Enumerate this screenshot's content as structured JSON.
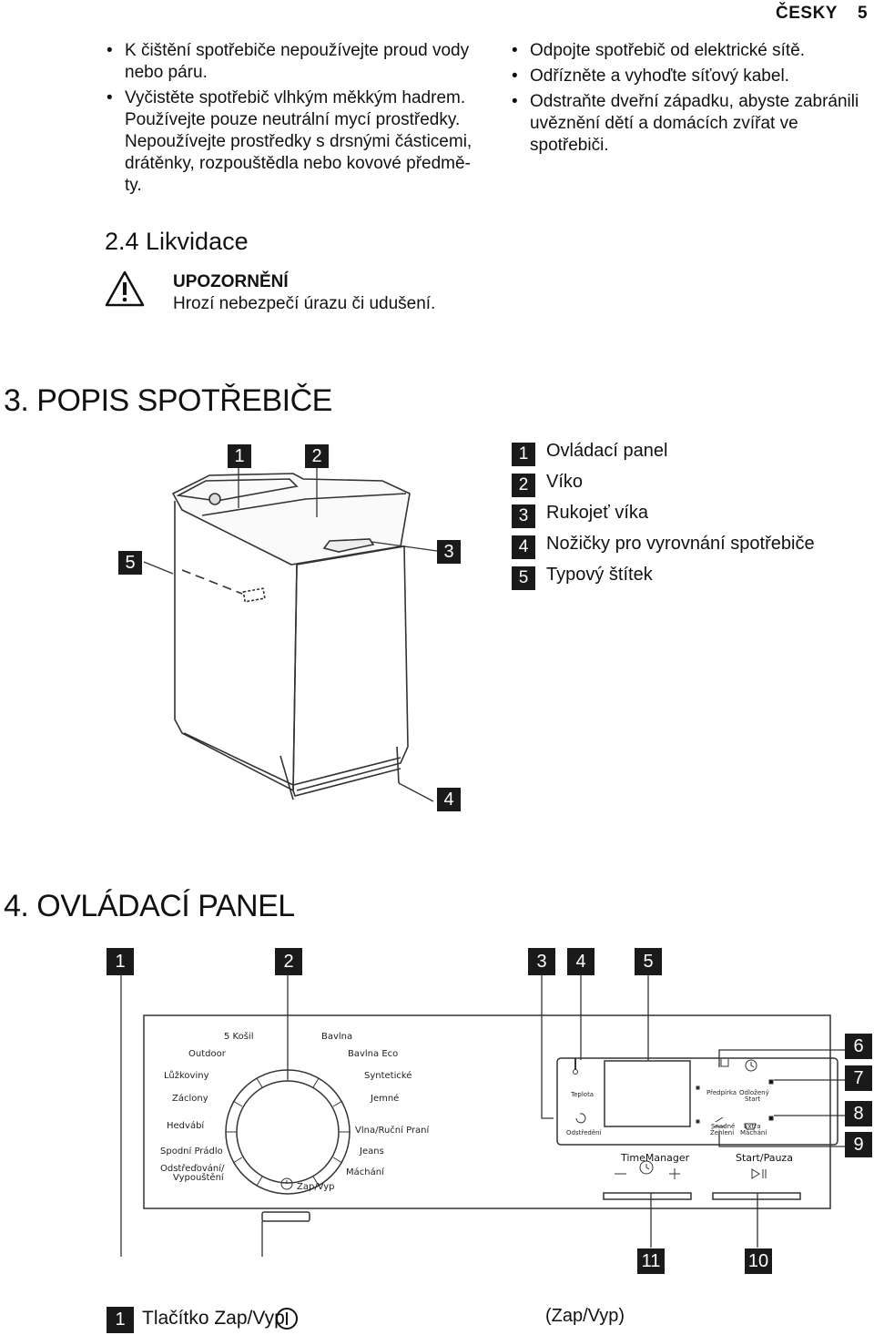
{
  "header": {
    "language": "ČESKY",
    "page_number": "5"
  },
  "left_bullets": [
    "K čištění spotřebiče nepoužívejte proud vody nebo páru.",
    "Vyčistěte spotřebič vlhkým měkkým hadrem. Používejte pouze neutrální mycí prostředky. Nepoužívejte prostředky s drsnými částicemi, drátěnky, rozpouštědla nebo kovové předmě-ty."
  ],
  "right_bullets": [
    "Odpojte spotřebič od elektrické sítě.",
    "Odřízněte a vyhoďte síťový kabel.",
    "Odstraňte dveřní západku, abyste zabránili uvěznění dětí a domácích zvířat ve spotřebiči."
  ],
  "section_2_4": {
    "title": "2.4 Likvidace",
    "warning_title": "UPOZORNĚNÍ",
    "warning_text": "Hrozí nebezpečí úrazu či udušení.",
    "warning_icon": "warning-triangle-icon"
  },
  "section_3": {
    "title": "3. POPIS SPOTŘEBIČE",
    "callouts": [
      "1",
      "2",
      "3",
      "4",
      "5"
    ],
    "legend": [
      {
        "num": "1",
        "text": "Ovládací panel"
      },
      {
        "num": "2",
        "text": "Víko"
      },
      {
        "num": "3",
        "text": "Rukojeť víka"
      },
      {
        "num": "4",
        "text": "Nožičky pro vyrovnání spotřebiče"
      },
      {
        "num": "5",
        "text": "Typový štítek"
      }
    ]
  },
  "section_4": {
    "title": "4. OVLÁDACÍ PANEL",
    "callouts_top": [
      "1",
      "2",
      "3",
      "4",
      "5"
    ],
    "callouts_right": [
      "6",
      "7",
      "8",
      "9"
    ],
    "callouts_bottom": [
      "11",
      "10"
    ],
    "programs_left": [
      "5 Košil",
      "Outdoor",
      "Lůžkoviny",
      "Záclony",
      "Hedvábí",
      "Spodní Prádlo",
      "Odstřeďování/",
      "Vypouštění"
    ],
    "programs_right": [
      "Bavlna",
      "Bavlna Eco",
      "Syntetické",
      "Jemné",
      "Vlna/Ruční Praní",
      "Jeans",
      "Máchání"
    ],
    "power_label": "Zap/Vyp",
    "temp_label": "Teplota",
    "spin_label": "Odstředění",
    "option_labels": [
      "Předpírka",
      "Odložený",
      "Start",
      "Snadné",
      "Žehlení",
      "Extra",
      "Máchání"
    ],
    "timemanager_label": "TimeManager",
    "startpause_label": "Start/Pauza"
  },
  "footer": {
    "num": "1",
    "label": "Tlačítko Zap/Vyp",
    "suffix": "(Zap/Vyp)",
    "icon": "power-icon"
  }
}
